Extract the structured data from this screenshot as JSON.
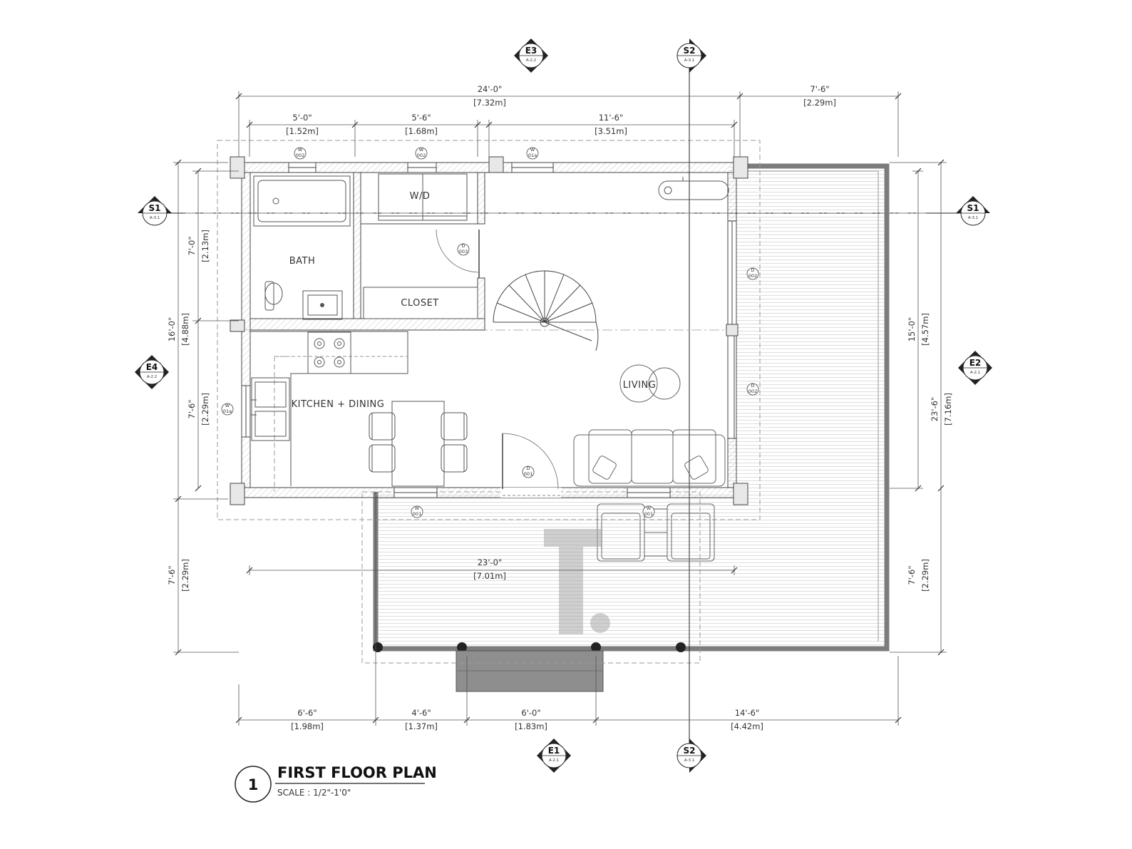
{
  "title": {
    "number": "1",
    "name": "FIRST FLOOR PLAN",
    "scale": "SCALE : 1/2\"-1'0\""
  },
  "rooms": {
    "bath": "BATH",
    "wd": "W/D",
    "closet": "CLOSET",
    "kitchen": "KITCHEN + DINING",
    "living": "LIVING"
  },
  "dimensions": {
    "top_overall": [
      "24'-0\"",
      "[7.32m]"
    ],
    "top_deck": [
      "7'-6\"",
      "[2.29m]"
    ],
    "top_1": [
      "5'-0\"",
      "[1.52m]"
    ],
    "top_2": [
      "5'-6\"",
      "[1.68m]"
    ],
    "top_3": [
      "11'-6\"",
      "[3.51m]"
    ],
    "left_overall": [
      "16'-0\"",
      "[4.88m]"
    ],
    "left_upper": [
      "7'-0\"",
      "[2.13m]"
    ],
    "left_lower": [
      "7'-6\"",
      "[2.29m]"
    ],
    "left_porch": [
      "7'-6\"",
      "[2.29m]"
    ],
    "right_inner": [
      "15'-0\"",
      "[4.57m]"
    ],
    "right_overall": [
      "23'-6\"",
      "[7.16m]"
    ],
    "right_porch": [
      "7'-6\"",
      "[2.29m]"
    ],
    "porch_width": [
      "23'-0\"",
      "[7.01m]"
    ],
    "bottom_1": [
      "6'-6\"",
      "[1.98m]"
    ],
    "bottom_2": [
      "4'-6\"",
      "[1.37m]"
    ],
    "bottom_3": [
      "6'-0\"",
      "[1.83m]"
    ],
    "bottom_4": [
      "14'-6\"",
      "[4.42m]"
    ]
  },
  "tags": {
    "e3": [
      "E3",
      "A-2.2"
    ],
    "s2_top": [
      "S2",
      "A-3.1"
    ],
    "s1_left": [
      "S1",
      "A-3.1"
    ],
    "s1_right": [
      "S1",
      "A-3.1"
    ],
    "e4": [
      "E4",
      "A-2.2"
    ],
    "e2": [
      "E2",
      "A-2.1"
    ],
    "e1": [
      "E1",
      "A-2.1"
    ],
    "s2_bottom": [
      "S2",
      "A-3.1"
    ]
  },
  "openings": {
    "w_top_1": [
      "W",
      "002"
    ],
    "w_top_2": [
      "W",
      "002"
    ],
    "w_top_3": [
      "W",
      "01a"
    ],
    "w_left": [
      "W",
      "01a"
    ],
    "w_bottom_1": [
      "W",
      "001"
    ],
    "w_bottom_2": [
      "W",
      "001"
    ],
    "d_wd": [
      "D",
      "003"
    ],
    "d_entry": [
      "D",
      "001"
    ],
    "d_right_1": [
      "D",
      "002"
    ],
    "d_right_2": [
      "D",
      "002"
    ]
  },
  "watermark": "T."
}
